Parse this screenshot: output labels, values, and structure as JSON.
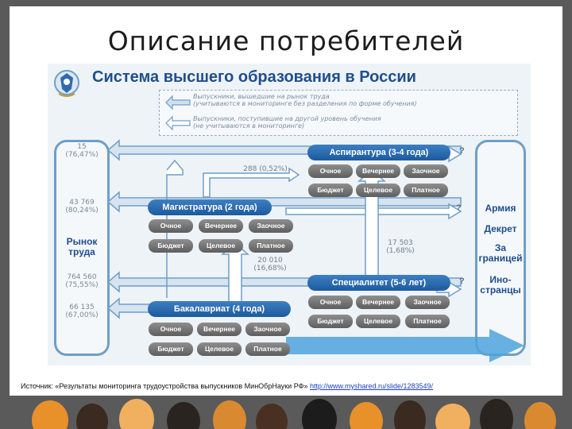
{
  "slide": {
    "title": "Описание потребителей",
    "diagram_title": "Система высшего образования в России",
    "legend": {
      "line1": "Выпускники, вышедшие на рынок труда",
      "line2": "(учитываются в мониторинге без разделения по форме обучения)",
      "line3": "Выпускники, поступившие на другой уровень обучения",
      "line4": "(не учитываются в мониторинге)"
    },
    "left_panel": {
      "stat1a": "15",
      "stat1b": "(76,47%)",
      "stat2a": "43 769",
      "stat2b": "(80,24%)",
      "market": "Рынок труда",
      "stat3a": "764 560",
      "stat3b": "(75,55%)",
      "stat4a": "66 135",
      "stat4b": "(67,00%)"
    },
    "right_panel": {
      "army": "Армия",
      "decree": "Декрет",
      "abroad": "За границей",
      "foreigners": "Ино-странцы"
    },
    "stages": {
      "aspirantura": "Аспирантура (3-4 года)",
      "magistratura": "Магистратура (2 года)",
      "specialitet": "Специалитет (5-6 лет)",
      "bakalavriat": "Бакалавриат (4 года)"
    },
    "forms": {
      "full": "Очное",
      "evening": "Вечернее",
      "distance": "Заочное",
      "budget": "Бюджет",
      "target": "Целевое",
      "paid": "Платное"
    },
    "question_mark": "?",
    "flows": {
      "f1a": "288 (0,52%)",
      "f2a": "17 503",
      "f2b": "(1,68%)",
      "f3a": "20 010",
      "f3b": "(16,68%)"
    },
    "source": {
      "text": "Источник: «Результаты мониторинга трудоустройства выпускников МинОбрНауки РФ» ",
      "link": "http://www.myshared.ru/slide/1283549/"
    },
    "colors": {
      "accent": "#1f4e8c",
      "stage": "#2a6cb0",
      "arrow": "#6f9ec8",
      "pill": "#777777",
      "background": "#5a5a5a"
    }
  }
}
